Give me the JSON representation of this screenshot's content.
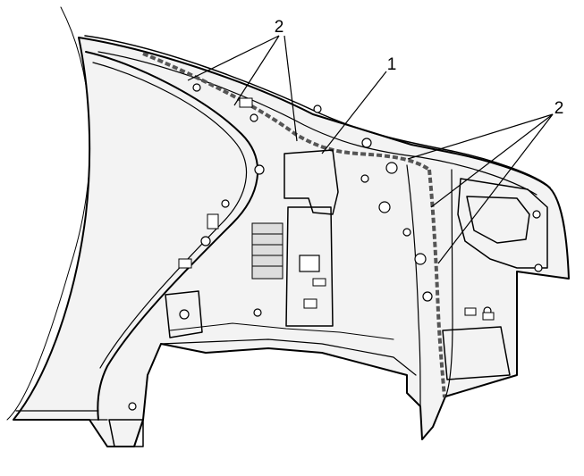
{
  "diagram": {
    "callouts": [
      {
        "id": "c1",
        "label": "1"
      },
      {
        "id": "c2a",
        "label": "2"
      },
      {
        "id": "c2b",
        "label": "2"
      }
    ]
  },
  "colors": {
    "line": "#000000",
    "panel_fill": "#f3f3f3",
    "seal": "#555555",
    "background": "#ffffff"
  }
}
